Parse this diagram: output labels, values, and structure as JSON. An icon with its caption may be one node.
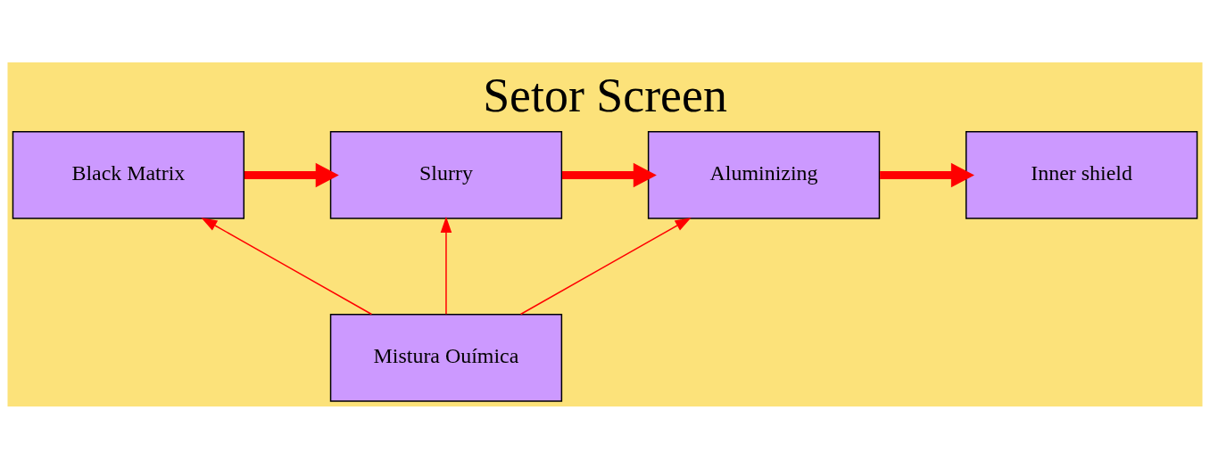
{
  "diagram": {
    "title": "Setor Screen",
    "nodes": [
      {
        "text": [
          "Black Matrix"
        ]
      },
      {
        "text": [
          "Slurry"
        ]
      },
      {
        "text": [
          "Aluminizing"
        ]
      },
      {
        "text": [
          "Inner shield"
        ]
      },
      {
        "text": [
          "Mistura Ouímica"
        ]
      }
    ],
    "edges": [
      {
        "from": 0,
        "to": 1,
        "arrow": "to",
        "style": "thick",
        "color": "#ff0000"
      },
      {
        "from": 1,
        "to": 2,
        "arrow": "to",
        "style": "thick",
        "color": "#ff0000"
      },
      {
        "from": 2,
        "to": 3,
        "arrow": "to",
        "style": "thick",
        "color": "#ff0000"
      },
      {
        "from": 4,
        "to": 0,
        "arrow": "to",
        "color": "#ff0000"
      },
      {
        "from": 4,
        "to": 1,
        "arrow": "to",
        "color": "#ff0000"
      },
      {
        "from": 4,
        "to": 2,
        "arrow": "to",
        "color": "#ff0000"
      }
    ]
  }
}
